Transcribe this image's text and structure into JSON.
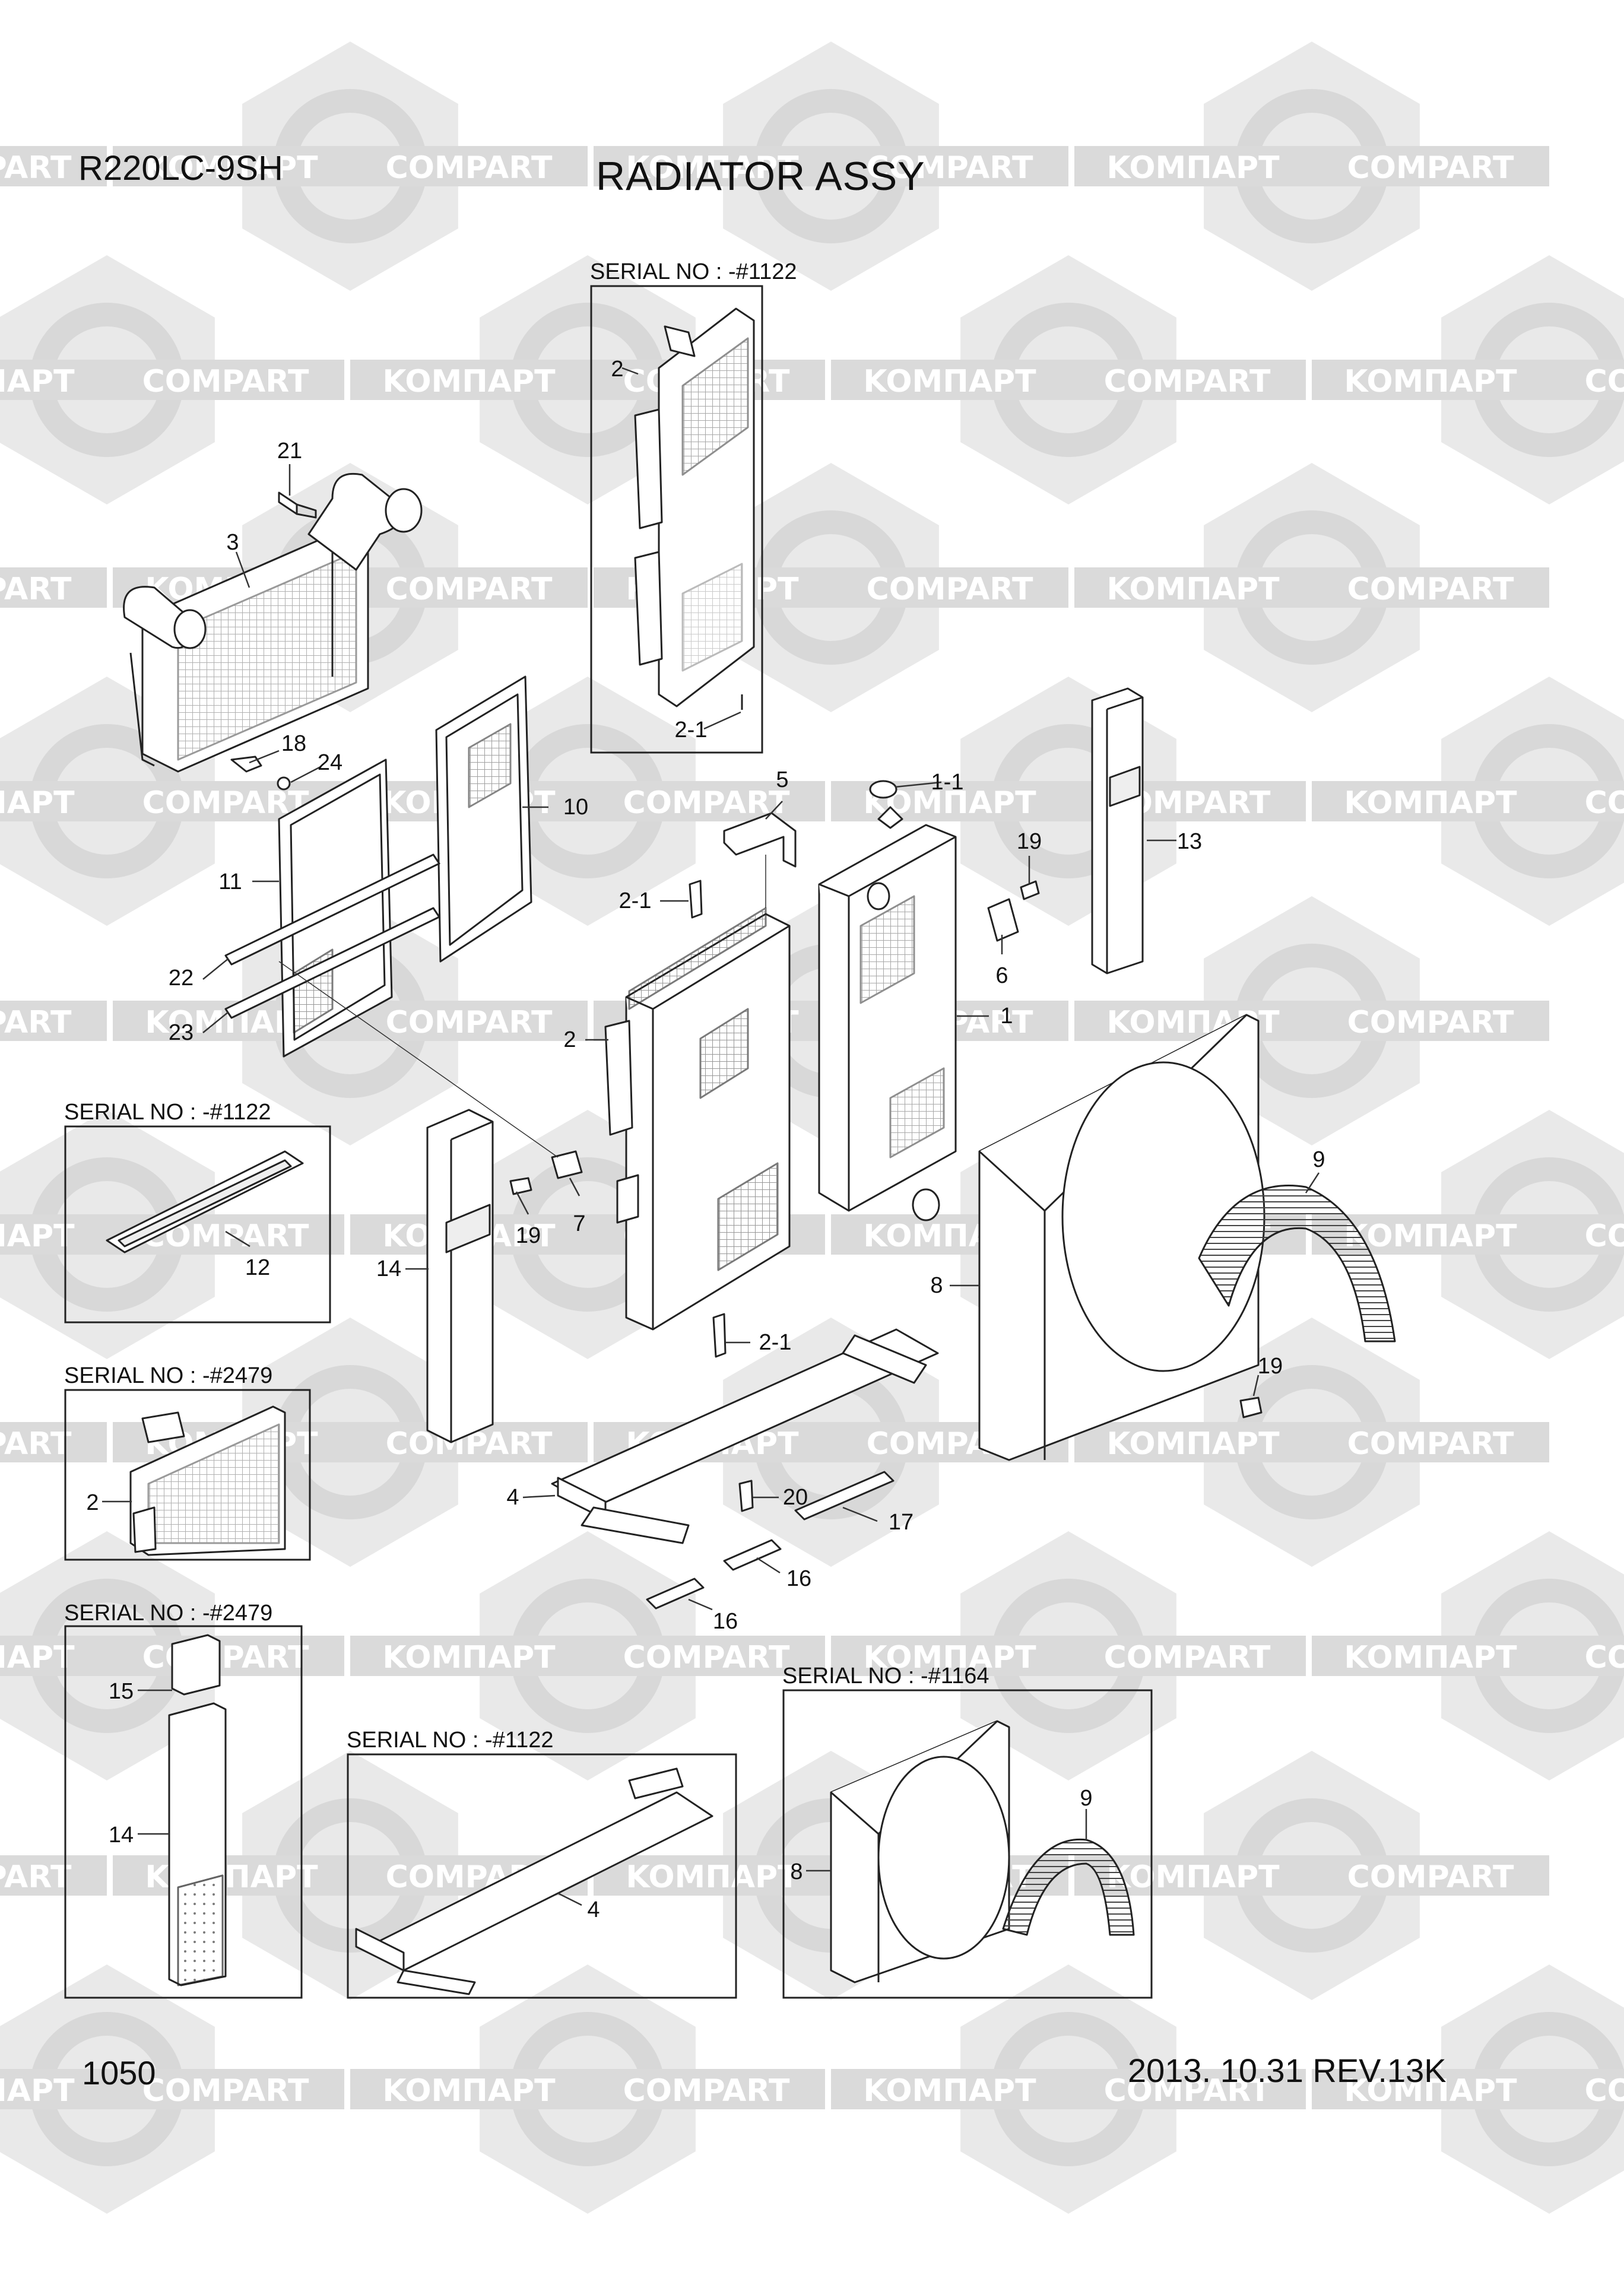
{
  "header": {
    "model": "R220LC-9SH",
    "title": "RADIATOR ASSY"
  },
  "footer": {
    "page_number": "1050",
    "date_revision": "2013. 10.31  REV.13K"
  },
  "watermark": {
    "text_cyrillic": "KOMПАРТ",
    "text_latin": "COMPART"
  },
  "insets": [
    {
      "id": "radiator-top",
      "serial": "SERIAL NO : -#1122"
    },
    {
      "id": "frame-left",
      "serial": "SERIAL NO : -#1122"
    },
    {
      "id": "radiator-small",
      "serial": "SERIAL NO : -#2479"
    },
    {
      "id": "duct-left",
      "serial": "SERIAL NO : -#2479"
    },
    {
      "id": "base-bottom",
      "serial": "SERIAL NO : -#1122"
    },
    {
      "id": "shroud-bottom",
      "serial": "SERIAL NO : -#1164"
    }
  ],
  "part_labels": [
    "1",
    "1-1",
    "2",
    "2-1",
    "3",
    "4",
    "5",
    "6",
    "7",
    "8",
    "9",
    "10",
    "11",
    "12",
    "13",
    "14",
    "15",
    "16",
    "17",
    "18",
    "19",
    "20",
    "21",
    "22",
    "23",
    "24"
  ],
  "callouts": [
    {
      "id": "c-21",
      "text": "21"
    },
    {
      "id": "c-3",
      "text": "3"
    },
    {
      "id": "c-18",
      "text": "18"
    },
    {
      "id": "c-24",
      "text": "24"
    },
    {
      "id": "c-10",
      "text": "10"
    },
    {
      "id": "c-11",
      "text": "11"
    },
    {
      "id": "c-22",
      "text": "22"
    },
    {
      "id": "c-23",
      "text": "23"
    },
    {
      "id": "c-2-top",
      "text": "2"
    },
    {
      "id": "c-2-1-top",
      "text": "2-1"
    },
    {
      "id": "c-5",
      "text": "5"
    },
    {
      "id": "c-1-1",
      "text": "1-1"
    },
    {
      "id": "c-19-a",
      "text": "19"
    },
    {
      "id": "c-13",
      "text": "13"
    },
    {
      "id": "c-2-1-mid",
      "text": "2-1"
    },
    {
      "id": "c-6",
      "text": "6"
    },
    {
      "id": "c-1",
      "text": "1"
    },
    {
      "id": "c-2-mid",
      "text": "2"
    },
    {
      "id": "c-19-b",
      "text": "19"
    },
    {
      "id": "c-7",
      "text": "7"
    },
    {
      "id": "c-14",
      "text": "14"
    },
    {
      "id": "c-12",
      "text": "12"
    },
    {
      "id": "c-2-1-low",
      "text": "2-1"
    },
    {
      "id": "c-9",
      "text": "9"
    },
    {
      "id": "c-8",
      "text": "8"
    },
    {
      "id": "c-19-c",
      "text": "19"
    },
    {
      "id": "c-4",
      "text": "4"
    },
    {
      "id": "c-20",
      "text": "20"
    },
    {
      "id": "c-17",
      "text": "17"
    },
    {
      "id": "c-16-a",
      "text": "16"
    },
    {
      "id": "c-16-b",
      "text": "16"
    },
    {
      "id": "c-2-inset",
      "text": "2"
    },
    {
      "id": "c-15",
      "text": "15"
    },
    {
      "id": "c-14-inset",
      "text": "14"
    },
    {
      "id": "c-4-inset",
      "text": "4"
    },
    {
      "id": "c-8-inset",
      "text": "8"
    },
    {
      "id": "c-9-inset",
      "text": "9"
    }
  ]
}
